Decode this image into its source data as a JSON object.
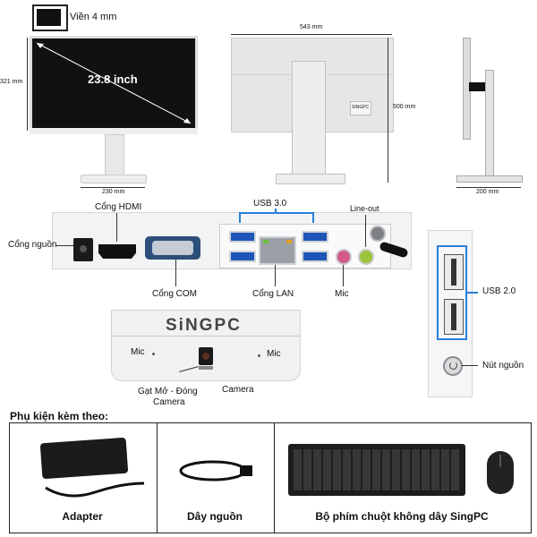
{
  "monitor": {
    "bezel_label": "Viền 4 mm",
    "screen_size": "23.8 inch",
    "height_front": "321 mm",
    "base_width_front": "230 mm",
    "width_back": "543 mm",
    "height_back": "500 mm",
    "depth_side": "200 mm",
    "back_sticker": "SINGPC"
  },
  "ports": {
    "power_port": "Cổng nguồn",
    "hdmi": "Cổng HDMI",
    "com": "Cổng COM",
    "usb3": "USB 3.0",
    "lan": "Cổng LAN",
    "mic": "Mic",
    "line_out": "Line-out",
    "usb2": "USB 2.0",
    "power_button": "Nút nguồn"
  },
  "camera": {
    "brand": "SiNGPC",
    "mic_left": "Mic",
    "mic_right": "Mic",
    "camera_label": "Camera",
    "slider_label_1": "Gạt Mở - Đóng",
    "slider_label_2": "Camera"
  },
  "accessories": {
    "heading": "Phụ kiện kèm theo:",
    "items": [
      {
        "label": "Adapter"
      },
      {
        "label": "Dây nguồn"
      },
      {
        "label": "Bộ phím chuột không dây SingPC"
      }
    ]
  },
  "colors": {
    "accent_blue": "#2a7fd9",
    "usb3_blue": "#1e56b8",
    "mic_pink": "#d35a8a",
    "lineout_green": "#9bc43a"
  }
}
